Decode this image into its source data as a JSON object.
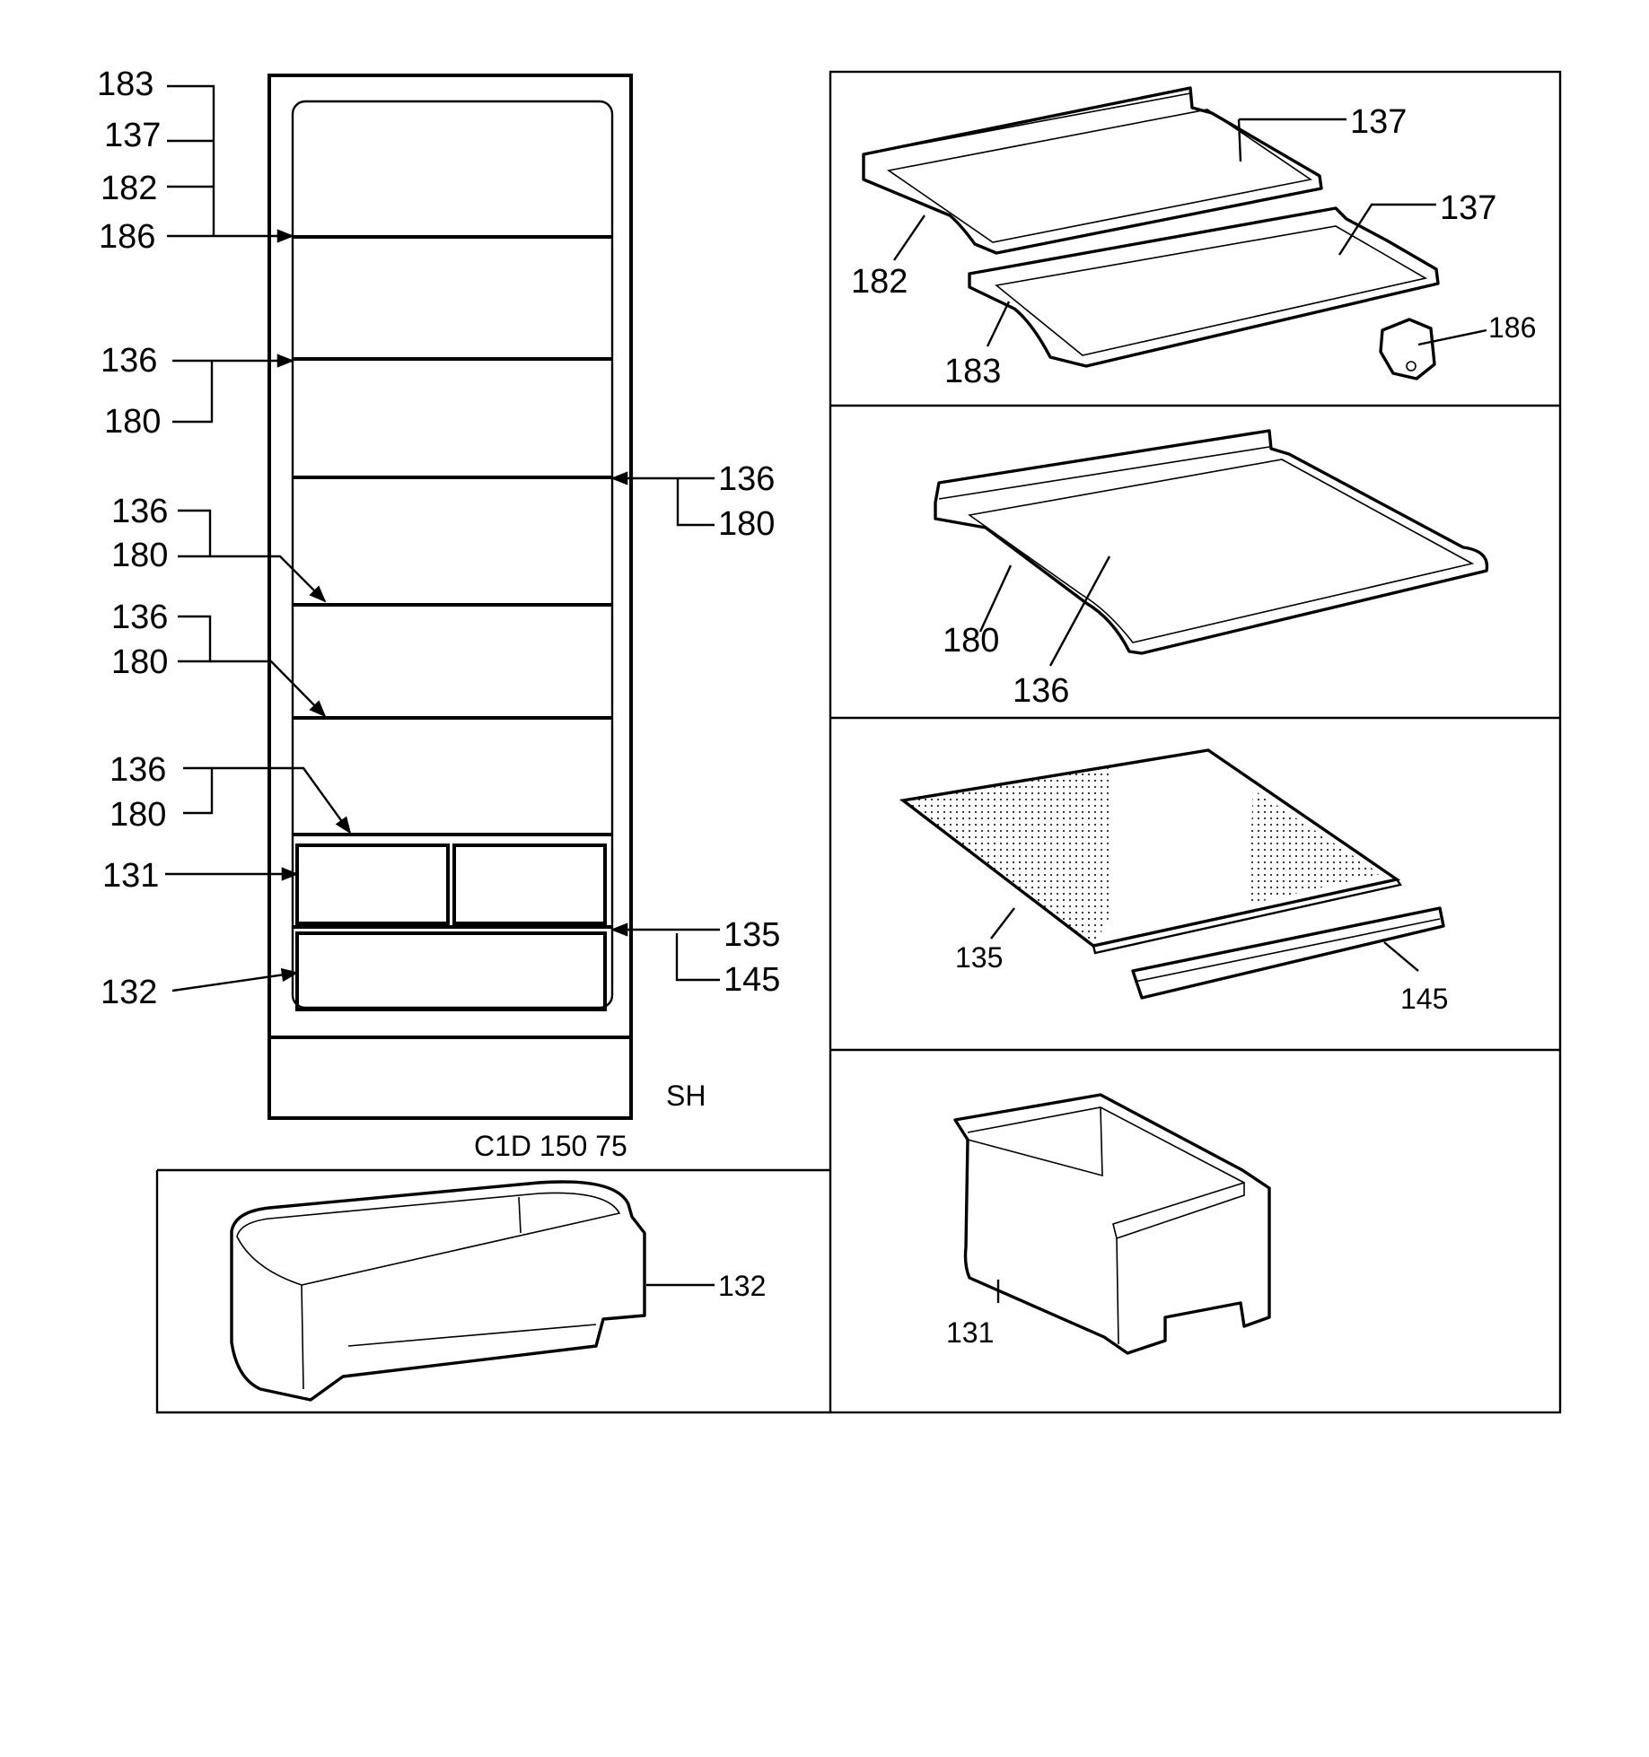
{
  "labels": {
    "fridge_183": "183",
    "fridge_137": "137",
    "fridge_182": "182",
    "fridge_186": "186",
    "fridge_136_a": "136",
    "fridge_180_a": "180",
    "fridge_136_right": "136",
    "fridge_180_right": "180",
    "fridge_136_b": "136",
    "fridge_180_b": "180",
    "fridge_136_c": "136",
    "fridge_180_c": "180",
    "fridge_136_d": "136",
    "fridge_180_d": "180",
    "fridge_131": "131",
    "fridge_135_right": "135",
    "fridge_145_right": "145",
    "fridge_132": "132",
    "sh": "SH",
    "model_code": "C1D 150 75",
    "panel1_137_top": "137",
    "panel1_137_bottom": "137",
    "panel1_182": "182",
    "panel1_183": "183",
    "panel1_186": "186",
    "panel2_180": "180",
    "panel2_136": "136",
    "panel3_135": "135",
    "panel3_145": "145",
    "panel4_131": "131",
    "panel5_132": "132"
  }
}
